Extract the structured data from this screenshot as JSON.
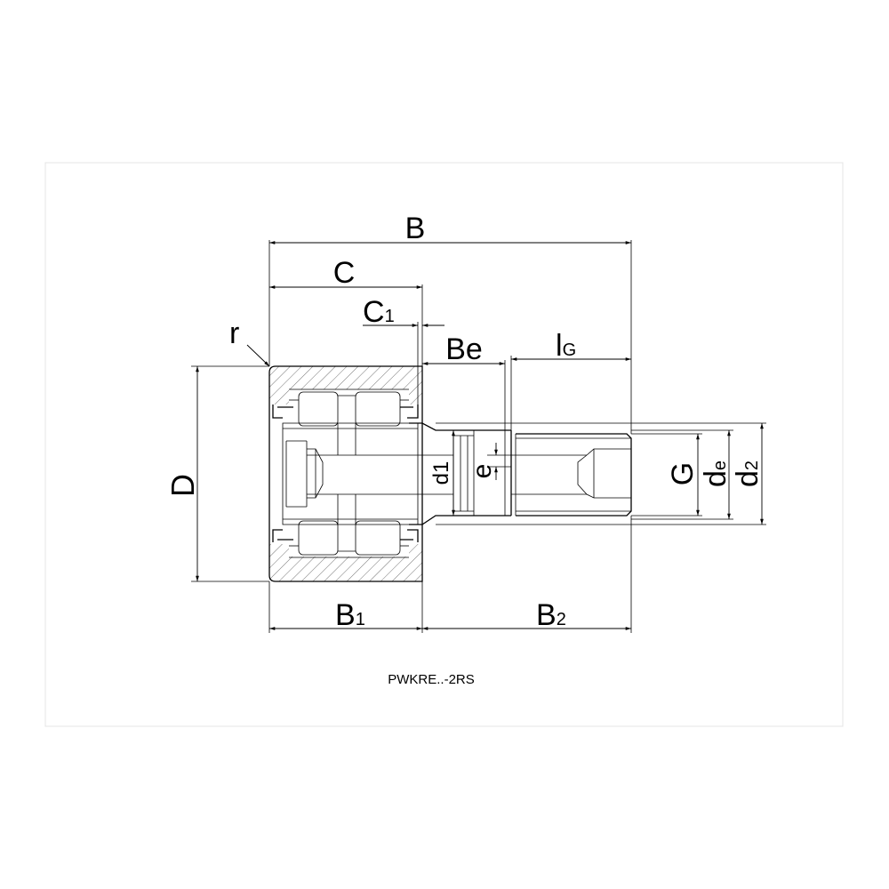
{
  "caption": "PWKRE..-2RS",
  "labels": {
    "B": "B",
    "C": "C",
    "C1_main": "C",
    "C1_sub": "1",
    "r": "r",
    "Be": "Be",
    "lG_main": "l",
    "lG_sub": "G",
    "D": "D",
    "d1": "d1",
    "e": "e",
    "G": "G",
    "de_main": "d",
    "de_sub": "e",
    "d2_main": "d",
    "d2_sub": "2",
    "B1_main": "B",
    "B1_sub": "1",
    "B2_main": "B",
    "B2_sub": "2"
  }
}
